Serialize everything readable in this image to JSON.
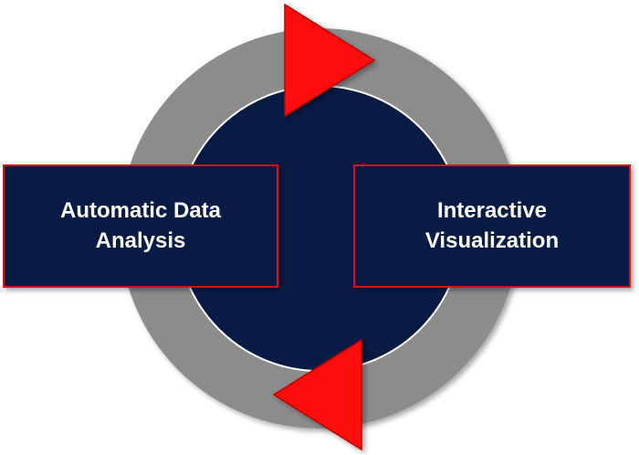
{
  "colors": {
    "outer_ring": "#8c8c8c",
    "inner_circle": "#071b45",
    "arrow": "#ff1010",
    "box_fill": "#071b45",
    "box_border": "#e01010",
    "text": "#ffffff"
  },
  "boxes": {
    "left": {
      "line1": "Automatic Data",
      "line2": "Analysis"
    },
    "right": {
      "line1": "Interactive",
      "line2": "Visualization"
    }
  },
  "icons": {
    "top_arrow": "right-pointing-triangle",
    "bottom_arrow": "left-pointing-triangle"
  }
}
